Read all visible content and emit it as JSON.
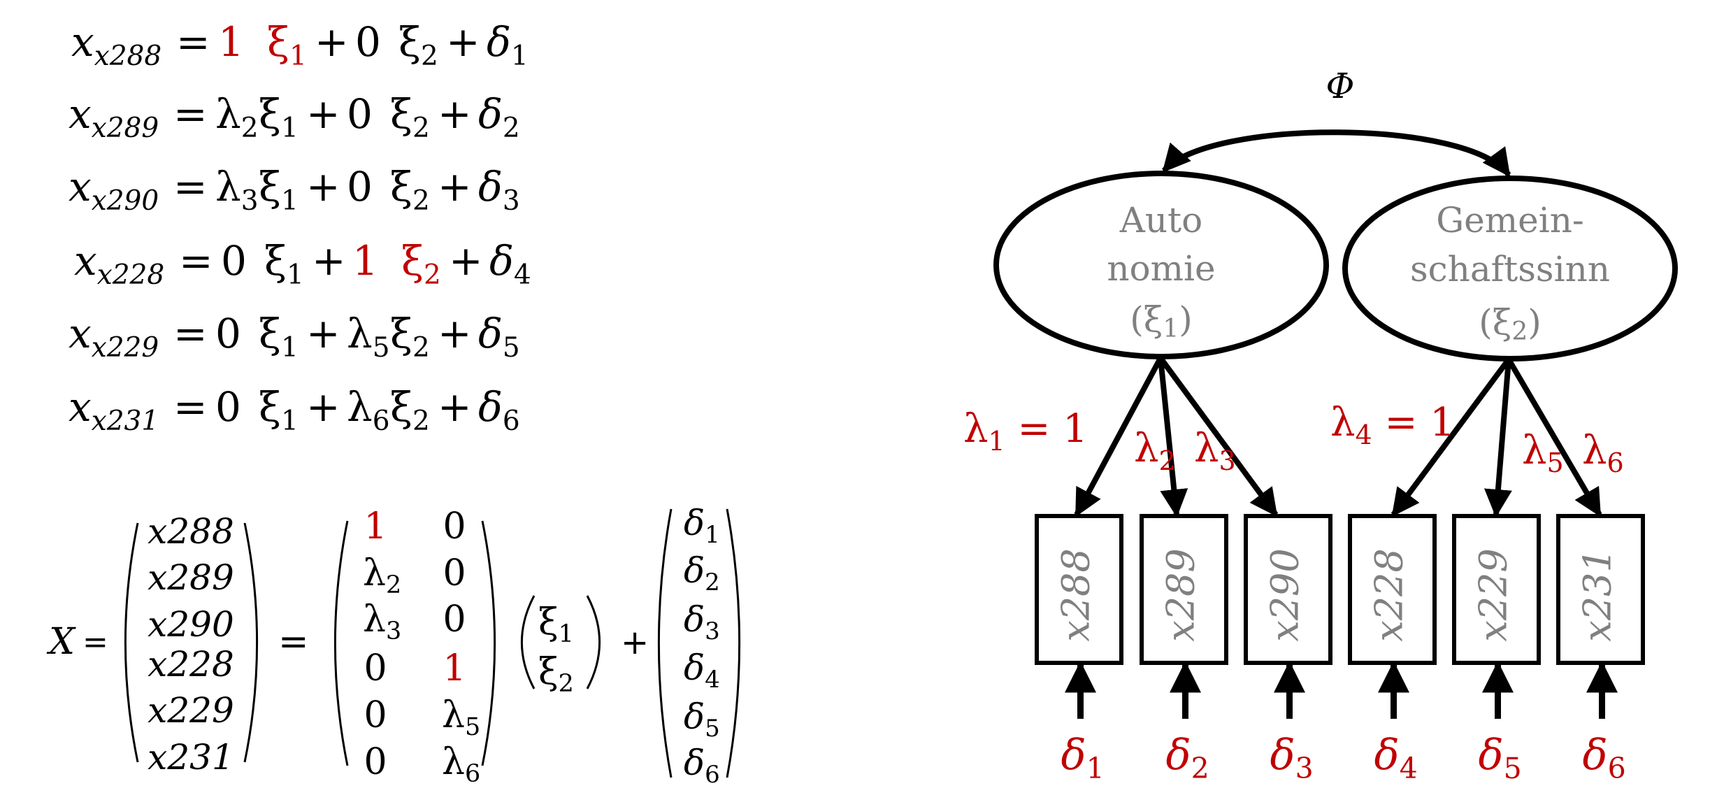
{
  "equations": [
    {
      "lhs_var": "x",
      "lhs_sub": "x288",
      "terms": [
        {
          "coef": "1",
          "coef_sub": "",
          "coef_color": "red",
          "latent": "ξ",
          "latent_sub": "1",
          "latent_color": "red"
        },
        {
          "coef": "0",
          "coef_sub": "",
          "coef_color": "black",
          "latent": "ξ",
          "latent_sub": "2",
          "latent_color": "black"
        }
      ],
      "error": "δ",
      "error_sub": "1"
    },
    {
      "lhs_var": "x",
      "lhs_sub": "x289",
      "terms": [
        {
          "coef": "λ",
          "coef_sub": "2",
          "coef_color": "black",
          "latent": "ξ",
          "latent_sub": "1",
          "latent_color": "black"
        },
        {
          "coef": "0",
          "coef_sub": "",
          "coef_color": "black",
          "latent": "ξ",
          "latent_sub": "2",
          "latent_color": "black"
        }
      ],
      "error": "δ",
      "error_sub": "2"
    },
    {
      "lhs_var": "x",
      "lhs_sub": "x290",
      "terms": [
        {
          "coef": "λ",
          "coef_sub": "3",
          "coef_color": "black",
          "latent": "ξ",
          "latent_sub": "1",
          "latent_color": "black"
        },
        {
          "coef": "0",
          "coef_sub": "",
          "coef_color": "black",
          "latent": "ξ",
          "latent_sub": "2",
          "latent_color": "black"
        }
      ],
      "error": "δ",
      "error_sub": "3"
    },
    {
      "lhs_var": "x",
      "lhs_sub": "x228",
      "terms": [
        {
          "coef": "0",
          "coef_sub": "",
          "coef_color": "black",
          "latent": "ξ",
          "latent_sub": "1",
          "latent_color": "black"
        },
        {
          "coef": "1",
          "coef_sub": "",
          "coef_color": "red",
          "latent": "ξ",
          "latent_sub": "2",
          "latent_color": "red"
        }
      ],
      "error": "δ",
      "error_sub": "4"
    },
    {
      "lhs_var": "x",
      "lhs_sub": "x229",
      "terms": [
        {
          "coef": "0",
          "coef_sub": "",
          "coef_color": "black",
          "latent": "ξ",
          "latent_sub": "1",
          "latent_color": "black"
        },
        {
          "coef": "λ",
          "coef_sub": "5",
          "coef_color": "black",
          "latent": "ξ",
          "latent_sub": "2",
          "latent_color": "black"
        }
      ],
      "error": "δ",
      "error_sub": "5"
    },
    {
      "lhs_var": "x",
      "lhs_sub": "x231",
      "terms": [
        {
          "coef": "0",
          "coef_sub": "",
          "coef_color": "black",
          "latent": "ξ",
          "latent_sub": "1",
          "latent_color": "black"
        },
        {
          "coef": "λ",
          "coef_sub": "6",
          "coef_color": "black",
          "latent": "ξ",
          "latent_sub": "2",
          "latent_color": "black"
        }
      ],
      "error": "δ",
      "error_sub": "6"
    }
  ],
  "matrix_equation": {
    "lhs": "X",
    "equals": "=",
    "plus": "+",
    "x_vector": [
      "x288",
      "x289",
      "x290",
      "x228",
      "x229",
      "x231"
    ],
    "loading_matrix": [
      [
        {
          "t": "1",
          "sub": "",
          "color": "red"
        },
        {
          "t": "0",
          "sub": "",
          "color": "black"
        }
      ],
      [
        {
          "t": "λ",
          "sub": "2",
          "color": "black"
        },
        {
          "t": "0",
          "sub": "",
          "color": "black"
        }
      ],
      [
        {
          "t": "λ",
          "sub": "3",
          "color": "black"
        },
        {
          "t": "0",
          "sub": "",
          "color": "black"
        }
      ],
      [
        {
          "t": "0",
          "sub": "",
          "color": "black"
        },
        {
          "t": "1",
          "sub": "",
          "color": "red"
        }
      ],
      [
        {
          "t": "0",
          "sub": "",
          "color": "black"
        },
        {
          "t": "λ",
          "sub": "5",
          "color": "black"
        }
      ],
      [
        {
          "t": "0",
          "sub": "",
          "color": "black"
        },
        {
          "t": "λ",
          "sub": "6",
          "color": "black"
        }
      ]
    ],
    "latent_vector": [
      {
        "t": "ξ",
        "sub": "1"
      },
      {
        "t": "ξ",
        "sub": "2"
      }
    ],
    "error_vector": [
      {
        "t": "δ",
        "sub": "1"
      },
      {
        "t": "δ",
        "sub": "2"
      },
      {
        "t": "δ",
        "sub": "3"
      },
      {
        "t": "δ",
        "sub": "4"
      },
      {
        "t": "δ",
        "sub": "5"
      },
      {
        "t": "δ",
        "sub": "6"
      }
    ]
  },
  "path_diagram": {
    "covariance_label": "Φ",
    "latents": [
      {
        "lines": [
          "Auto",
          "nomie"
        ],
        "symbol": "ξ",
        "sub": "1"
      },
      {
        "lines": [
          "Gemein-",
          "schaftssinn"
        ],
        "symbol": "ξ",
        "sub": "2"
      }
    ],
    "indicators": [
      "x288",
      "x289",
      "x290",
      "x228",
      "x229",
      "x231"
    ],
    "loadings": [
      {
        "symbol": "λ",
        "sub": "1",
        "suffix": " = 1"
      },
      {
        "symbol": "λ",
        "sub": "2",
        "suffix": ""
      },
      {
        "symbol": "λ",
        "sub": "3",
        "suffix": ""
      },
      {
        "symbol": "λ",
        "sub": "4",
        "suffix": " = 1"
      },
      {
        "symbol": "λ",
        "sub": "5",
        "suffix": ""
      },
      {
        "symbol": "λ",
        "sub": "6",
        "suffix": ""
      }
    ],
    "errors": [
      {
        "symbol": "δ",
        "sub": "1"
      },
      {
        "symbol": "δ",
        "sub": "2"
      },
      {
        "symbol": "δ",
        "sub": "3"
      },
      {
        "symbol": "δ",
        "sub": "4"
      },
      {
        "symbol": "δ",
        "sub": "5"
      },
      {
        "symbol": "δ",
        "sub": "6"
      }
    ]
  },
  "colors": {
    "highlight": "#C00000",
    "latent_text": "#808080",
    "stroke": "#000000"
  }
}
